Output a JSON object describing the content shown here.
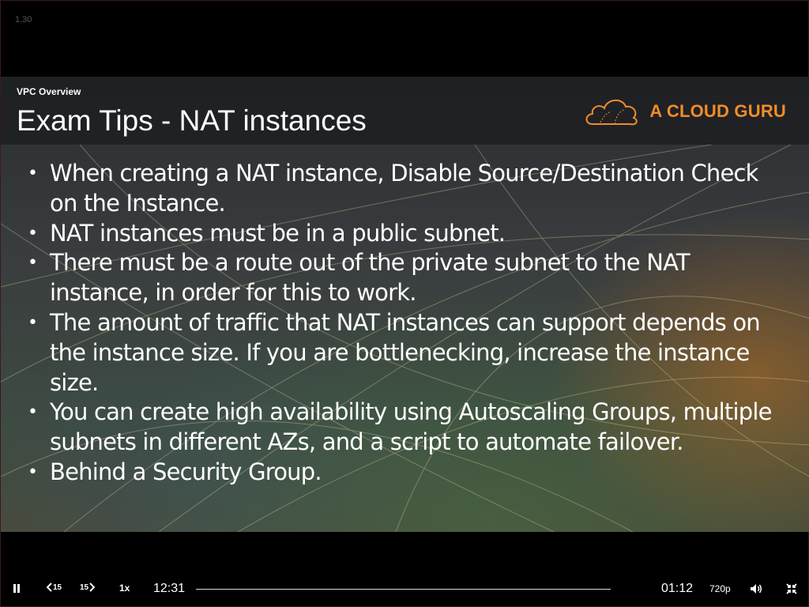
{
  "player": {
    "version": "1.30"
  },
  "slide": {
    "breadcrumb": "VPC Overview",
    "title": "Exam Tips - NAT instances",
    "brand": "A CLOUD GURU",
    "bullets": [
      "When creating a NAT instance, Disable Source/Destination Check on the Instance.",
      "NAT instances must be in a public subnet.",
      "There must be a route out of the private subnet to the NAT instance, in order for this to work.",
      "The amount of traffic that NAT instances can support depends on the instance size. If you are bottlenecking, increase the instance size.",
      "You can create high availability using Autoscaling Groups, multiple subnets in different AZs, and a script to automate failover.",
      "Behind a Security Group."
    ]
  },
  "controls": {
    "rewind_label": "15",
    "forward_label": "15",
    "speed": "1x",
    "time_elapsed": "12:31",
    "time_remaining": "01:12",
    "quality": "720p",
    "icons": {
      "pause": "pause-icon",
      "rewind": "rewind-15-icon",
      "forward": "forward-15-icon",
      "volume": "volume-icon",
      "exit_fullscreen": "exit-fullscreen-icon"
    }
  },
  "colors": {
    "brand_orange": "#f28c28",
    "header_bg": "#1c1e22"
  }
}
